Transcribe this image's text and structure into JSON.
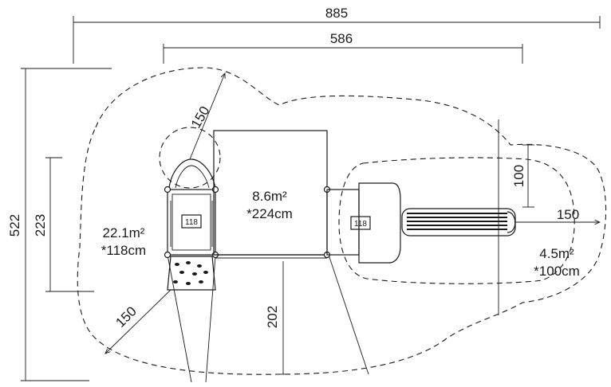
{
  "dimensions": {
    "overall_width": "885",
    "inner_width": "586",
    "overall_height": "522",
    "left_height": "223",
    "bottom_clearance": "202",
    "radius_top_left": "150",
    "radius_bottom_left": "150",
    "radius_right": "150",
    "offset_right": "100"
  },
  "areas": {
    "left": {
      "area": "22.1m²",
      "height": "*118cm"
    },
    "center": {
      "area": "8.6m²",
      "height": "*224cm"
    },
    "right": {
      "area": "4.5m²",
      "height": "*100cm"
    }
  },
  "tags": {
    "left_tower": "118",
    "right_tower": "118"
  }
}
